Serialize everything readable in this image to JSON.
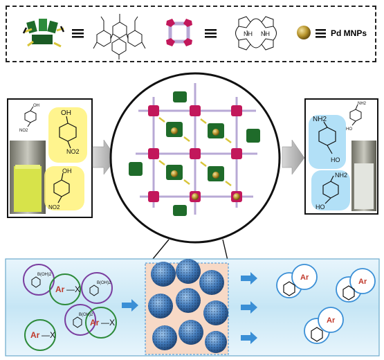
{
  "legend": {
    "pd_label": "Pd MNPs",
    "pyrrole_nh_label": "NH"
  },
  "left_panel": {
    "oh_label": "OH",
    "no2_label": "NO2"
  },
  "right_panel": {
    "nh2_label": "NH2",
    "ho_label": "HO"
  },
  "bottom": {
    "boronic_label": "B(OH)2",
    "ar_label": "Ar",
    "x_label": "X",
    "dash": "—"
  },
  "colors": {
    "calixarene": "#1f6b2a",
    "porphyrin_node": "#c2185b",
    "porphyrin_ring": "#b8a9d6",
    "pd_gold": "#b8952c",
    "nitrophenol_highlight": "#fff27a",
    "aminophenol_highlight": "#9fd8f5",
    "flow_band": "#c6e6f5",
    "reaction_zone": "#f7d9c6",
    "arrow_blue": "#3a8fd6"
  }
}
